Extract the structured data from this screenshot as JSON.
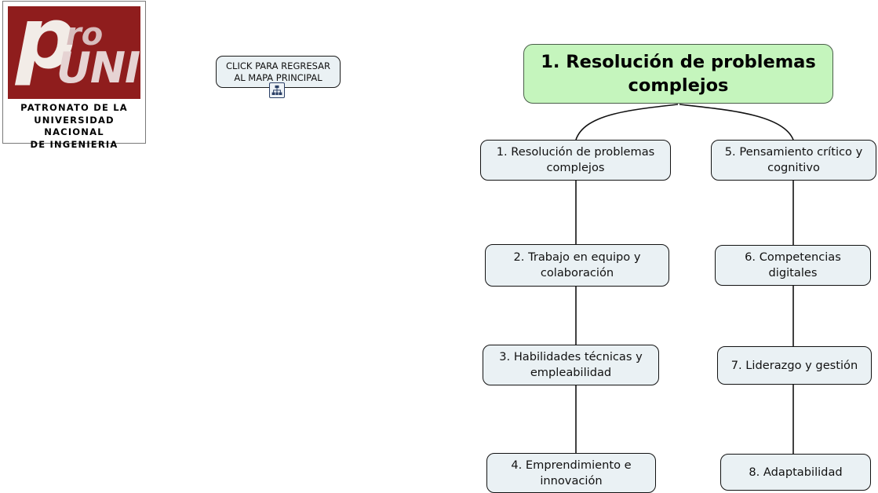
{
  "logo": {
    "brand_p": "p",
    "brand_ro": "ro",
    "brand_uni": "UNI",
    "caption_line1": "PATRONATO DE LA",
    "caption_line2": "UNIVERSIDAD NACIONAL",
    "caption_line3": "DE INGENIERIA",
    "mark_color": "#8f1d1d"
  },
  "return_button": {
    "line1": "CLICK PARA REGRESAR",
    "line2": "AL MAPA PRINCIPAL",
    "icon": "hierarchy-tree-icon"
  },
  "mindmap": {
    "root": {
      "label": "1. Resolución de problemas complejos",
      "fill": "#c5f5bd",
      "text_color": "#000000"
    },
    "node_fill": "#eaf1f4",
    "node_border": "#121212",
    "branches": [
      {
        "name": "left-branch",
        "nodes": [
          {
            "label": "1. Resolución de problemas complejos"
          },
          {
            "label": "2. Trabajo en equipo y colaboración"
          },
          {
            "label": "3. Habilidades técnicas y empleabilidad"
          },
          {
            "label": "4. Emprendimiento e innovación"
          }
        ]
      },
      {
        "name": "right-branch",
        "nodes": [
          {
            "label": "5. Pensamiento crítico y cognitivo"
          },
          {
            "label": "6. Competencias digitales"
          },
          {
            "label": "7. Liderazgo y gestión"
          },
          {
            "label": "8. Adaptabilidad"
          }
        ]
      }
    ]
  }
}
